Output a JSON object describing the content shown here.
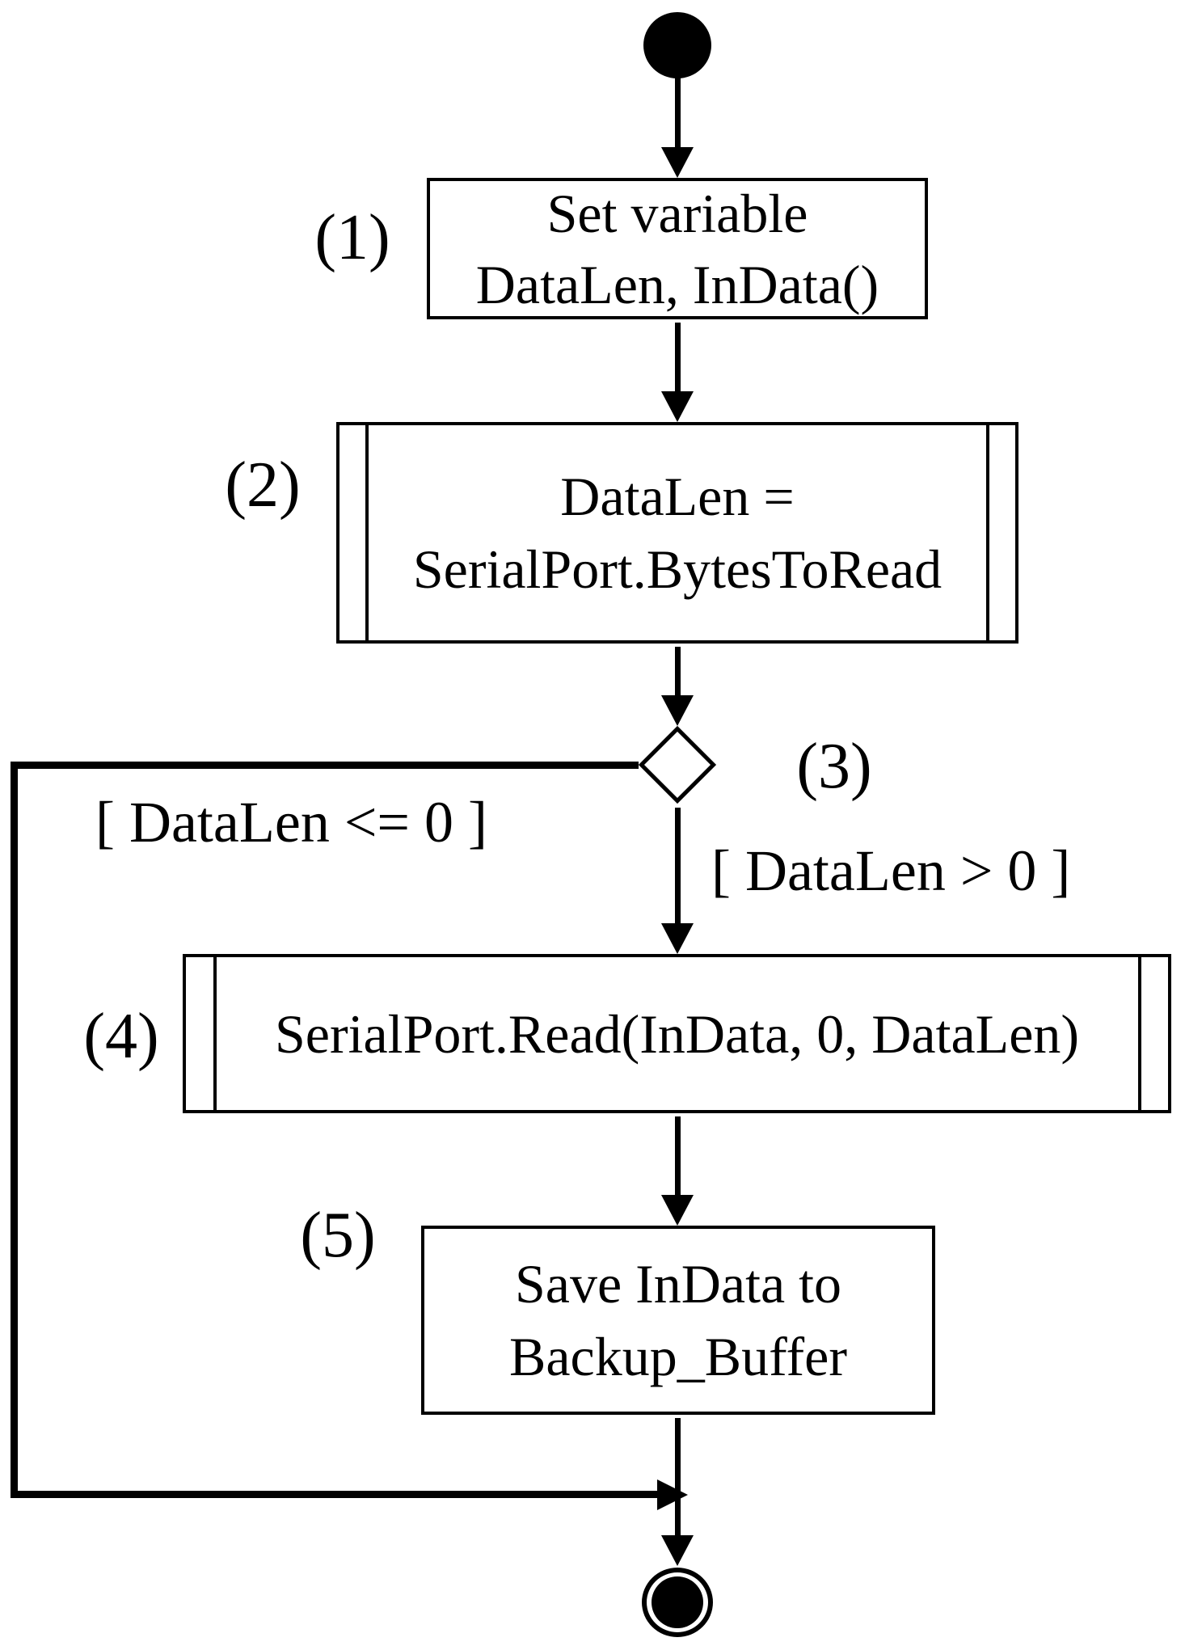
{
  "diagram": {
    "type": "uml-activity-diagram",
    "background_color": "#ffffff",
    "line_color": "#000000",
    "steps": {
      "step1": {
        "number": "(1)",
        "line1": "Set variable",
        "line2": "DataLen, InData()"
      },
      "step2": {
        "number": "(2)",
        "line1": "DataLen =",
        "line2": "SerialPort.BytesToRead"
      },
      "step3": {
        "number": "(3)"
      },
      "step4": {
        "number": "(4)",
        "line1": "SerialPort.Read(InData, 0, DataLen)"
      },
      "step5": {
        "number": "(5)",
        "line1": "Save InData to",
        "line2": "Backup_Buffer"
      }
    },
    "guards": {
      "no_data": "[ DataLen <= 0 ]",
      "has_data": "[ DataLen > 0 ]"
    }
  }
}
